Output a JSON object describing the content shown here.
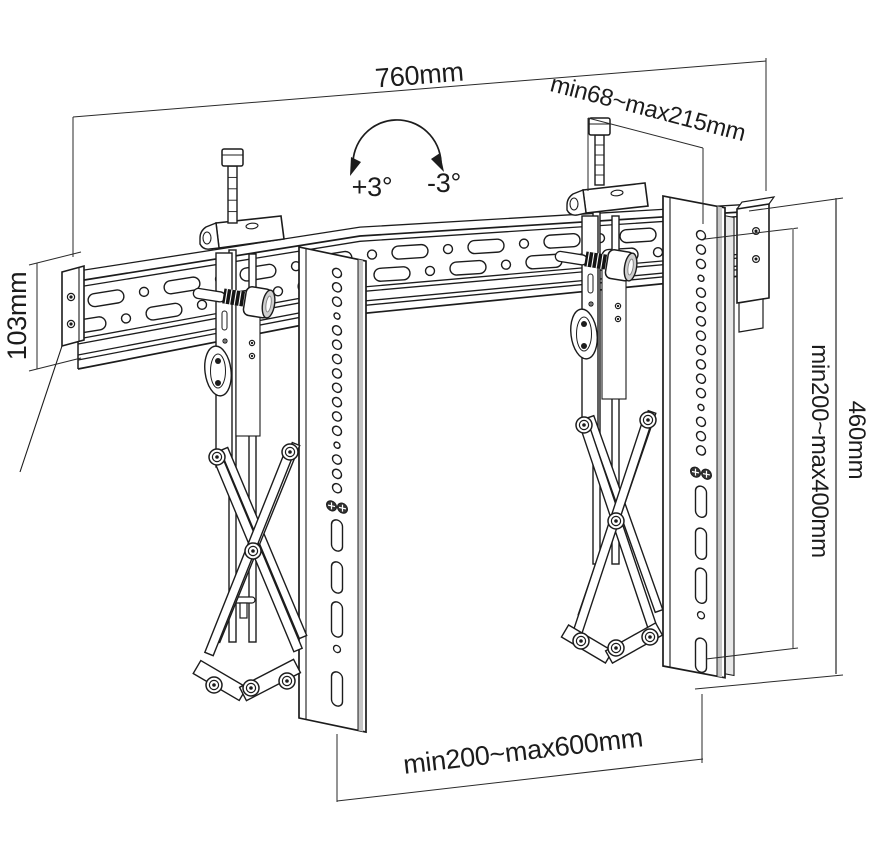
{
  "diagram": {
    "dimensions": {
      "top_width": "760mm",
      "top_right_range": "min68~max215mm",
      "left_height": "103mm",
      "right_inner_range": "min200~max400mm",
      "right_height": "460mm",
      "bottom_range": "min200~max600mm"
    },
    "tilt": {
      "positive_label": "+3°",
      "negative_label": "-3°"
    },
    "colors": {
      "line": "#1c1c1c",
      "dim_line_gray": "#7f7f7f",
      "background": "#ffffff"
    }
  }
}
